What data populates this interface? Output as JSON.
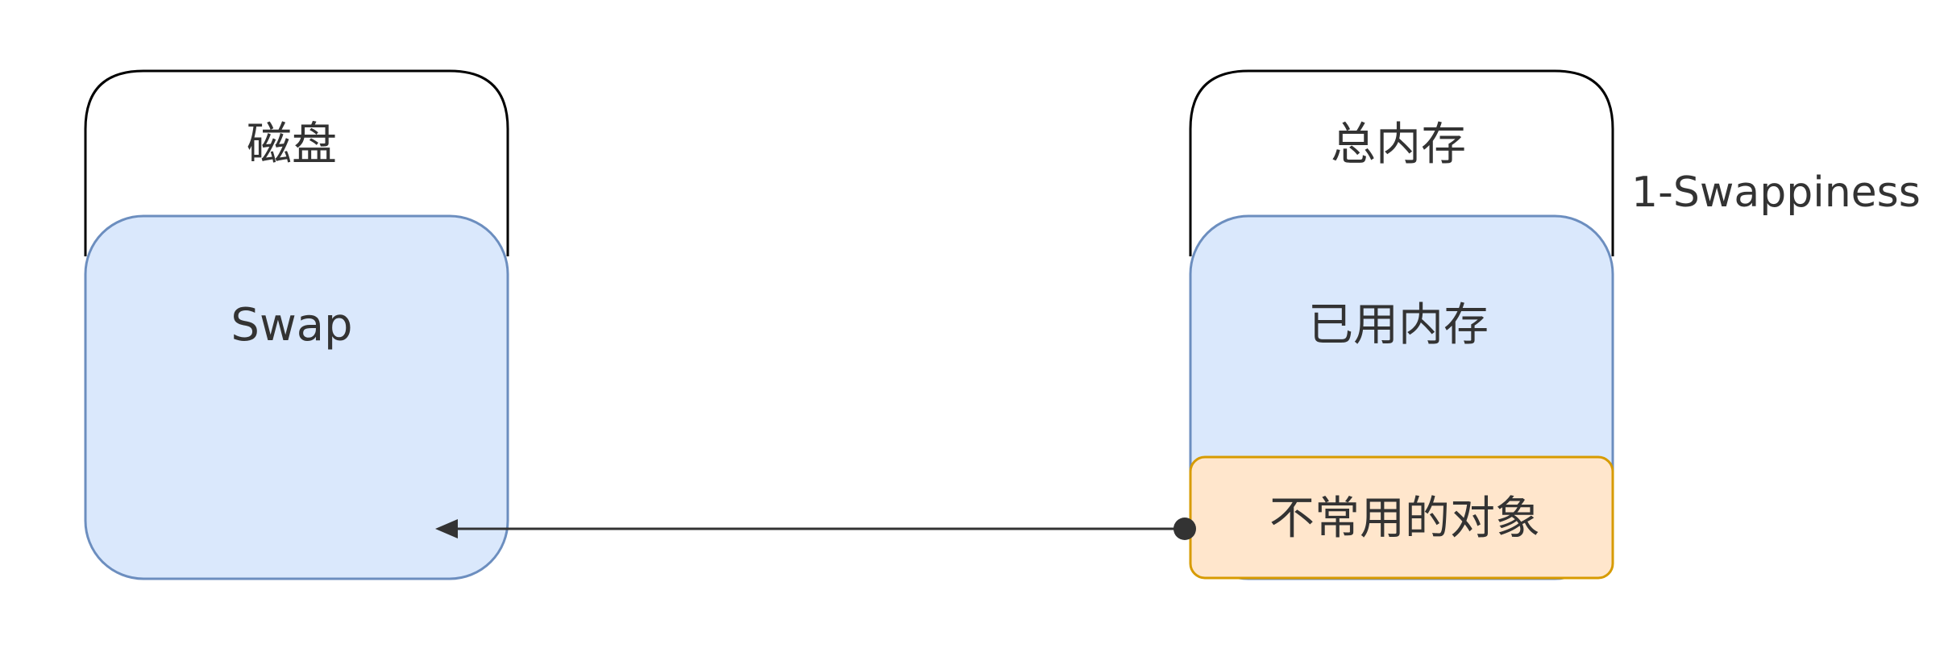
{
  "disk": {
    "title": "磁盘",
    "swap_label": "Swap"
  },
  "memory": {
    "title": "总内存",
    "used_label": "已用内存",
    "infrequent_label": "不常用的对象",
    "ratio_label": "1-Swappiness"
  },
  "colors": {
    "outline": "#000000",
    "blue_fill": "#dae8fc",
    "blue_stroke": "#6c8ebf",
    "orange_fill": "#ffe6cc",
    "orange_stroke": "#d79b00",
    "arrow": "#333333",
    "text": "#333333"
  }
}
